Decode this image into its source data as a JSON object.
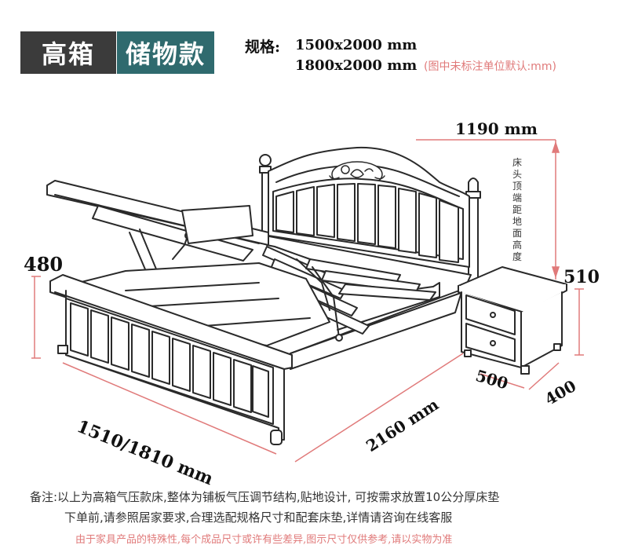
{
  "header": {
    "badge_primary": "高箱",
    "badge_secondary": "储物款"
  },
  "specs": {
    "label": "规格:",
    "size_1": "1500x2000 mm",
    "size_2": "1800x2000 mm",
    "unit_note": "(图中未标注单位默认:mm)"
  },
  "dimensions": {
    "headboard_top_height": "1190 mm",
    "headboard_note": "床头顶端距地面高度",
    "footboard_height": "480",
    "nightstand_height": "510",
    "bed_width": "1510/1810 mm",
    "bed_length": "2160 mm",
    "nightstand_width": "500",
    "nightstand_depth": "400"
  },
  "notes": {
    "line_1": "备注:以上为高箱气压款床,整体为铺板气压调节结构,贴地设计, 可按需求放置10公分厚床垫",
    "line_2": "下单前,请参照居家要求,合理选配规格尺寸和配套床垫,详情请咨询在线客服",
    "disclaimer": "由于家具产品的特殊性,每个成品尺寸或许有些差异,图示尺寸仅供参考,请以实物为准"
  },
  "colors": {
    "badge_dark": "#3b3b3b",
    "badge_teal": "#2f6a6e",
    "dimension_line": "#e07a7a",
    "note_pink": "#e07a7a"
  }
}
